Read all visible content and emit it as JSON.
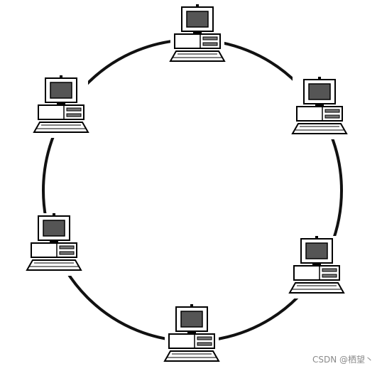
{
  "diagram": {
    "type": "ring-network-topology",
    "node_icon": "computer-icon",
    "node_count": 6,
    "line_color": "#111111",
    "node_fill": "#ffffff",
    "screen_color": "#555555"
  },
  "watermark": {
    "text": "CSDN @栖望丶"
  }
}
